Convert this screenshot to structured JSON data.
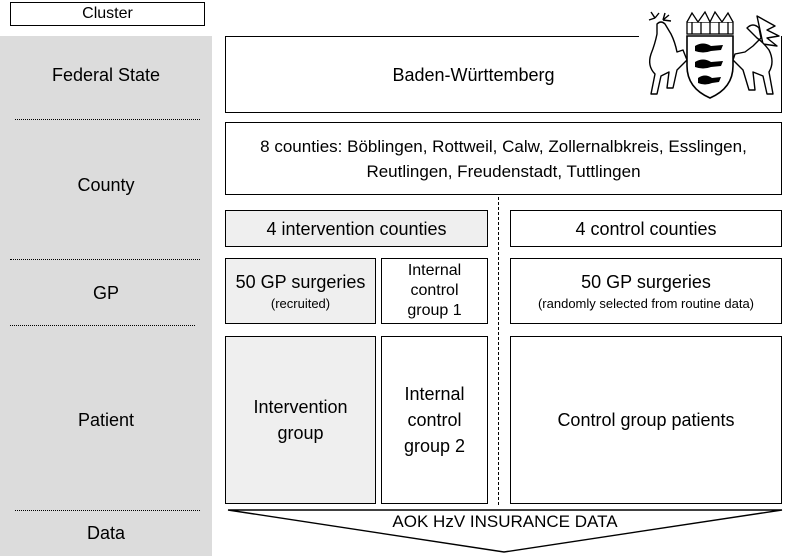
{
  "sidebar": {
    "header": "Cluster",
    "levels": {
      "federal_state": "Federal State",
      "county": "County",
      "gp": "GP",
      "patient": "Patient",
      "data": "Data"
    }
  },
  "federal_state_box": {
    "label": "Baden-Württemberg"
  },
  "county_box": {
    "line1": "8 counties: Böblingen, Rottweil, Calw, Zollernalbkreis, Esslingen,",
    "line2": "Reutlingen, Freudenstadt, Tuttlingen"
  },
  "intervention_counties": {
    "label": "4 intervention counties"
  },
  "control_counties": {
    "label": "4 control counties"
  },
  "gp_intervention": {
    "label": "50 GP surgeries",
    "sub": "(recruited)"
  },
  "gp_internal_control": {
    "line1": "Internal",
    "line2": "control",
    "line3": "group 1"
  },
  "gp_control": {
    "label": "50 GP surgeries",
    "sub": "(randomly selected from routine data)"
  },
  "patient_intervention": {
    "line1": "Intervention",
    "line2": "group"
  },
  "patient_internal_control": {
    "line1": "Internal",
    "line2": "control",
    "line3": "group 2"
  },
  "patient_control": {
    "label": "Control group patients"
  },
  "data_arrow": {
    "label": "AOK HzV INSURANCE DATA"
  },
  "coat_of_arms": {
    "icon": "coat-of-arms-icon"
  }
}
